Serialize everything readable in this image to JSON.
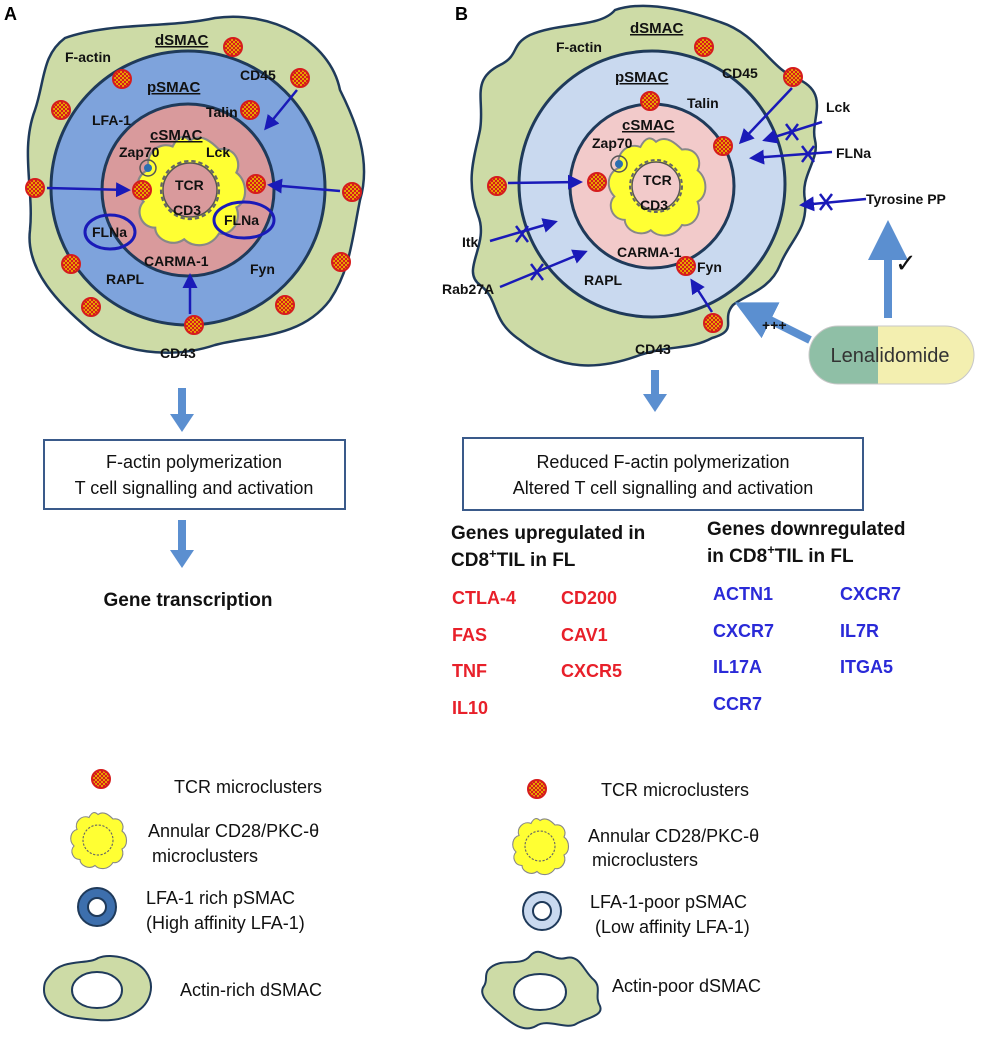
{
  "panels": {
    "a": {
      "letter": "A",
      "labels": {
        "dsmac": "dSMAC",
        "factin": "F-actin",
        "cd45": "CD45",
        "psmac": "pSMAC",
        "lfa1": "LFA-1",
        "talin": "Talin",
        "csmac": "cSMAC",
        "zap70": "Zap70",
        "lck": "Lck",
        "tcr": "TCR",
        "cd3": "CD3",
        "flna_left": "FLNa",
        "flna_right": "FLNa",
        "carma1": "CARMA-1",
        "rapl": "RAPL",
        "fyn": "Fyn",
        "cd43": "CD43"
      },
      "box_line1": "F-actin polymerization",
      "box_line2": "T cell signalling and activation",
      "outcome": "Gene transcription"
    },
    "b": {
      "letter": "B",
      "labels": {
        "dsmac": "dSMAC",
        "factin": "F-actin",
        "cd45": "CD45",
        "psmac": "pSMAC",
        "talin": "Talin",
        "csmac": "cSMAC",
        "zap70": "Zap70",
        "tcr": "TCR",
        "cd3": "CD3",
        "carma1": "CARMA-1",
        "rapl": "RAPL",
        "fyn": "Fyn",
        "cd43": "CD43",
        "lck": "Lck",
        "flna": "FLNa",
        "tyrosine_pp": "Tyrosine PP",
        "itk": "Itk",
        "rab27a": "Rab27A",
        "plus": "+++",
        "check": "✓"
      },
      "drug": "Lenalidomide",
      "box_line1": "Reduced F-actin polymerization",
      "box_line2": "Altered T cell signalling and activation"
    }
  },
  "genes": {
    "up_header_line1": "Genes upregulated in",
    "up_header_line2_pre": "CD8",
    "up_header_line2_sup": "+",
    "up_header_line2_post": "TIL in FL",
    "up_col1": [
      "CTLA-4",
      "FAS",
      "TNF",
      "IL10"
    ],
    "up_col2": [
      "CD200",
      "CAV1",
      "CXCR5"
    ],
    "down_header_line1": "Genes downregulated",
    "down_header_line2_pre": "in CD8",
    "down_header_line2_sup": "+",
    "down_header_line2_post": "TIL in FL",
    "down_col1": [
      "ACTN1",
      "CXCR7",
      "IL17A",
      "CCR7"
    ],
    "down_col2": [
      "CXCR7",
      "IL7R",
      "ITGA5"
    ],
    "up_color": "#e8202a",
    "down_color": "#2a2ad8"
  },
  "legend": {
    "left": {
      "tcr": "TCR microclusters",
      "annular_1": "Annular CD28/PKC-θ",
      "annular_2": "microclusters",
      "psmac_1": "LFA-1 rich pSMAC",
      "psmac_2": "(High affinity LFA-1)",
      "dsmac": "Actin-rich dSMAC"
    },
    "right": {
      "tcr": "TCR microclusters",
      "annular_1": "Annular CD28/PKC-θ",
      "annular_2": "microclusters",
      "psmac_1": "LFA-1-poor pSMAC",
      "psmac_2": "(Low affinity LFA-1)",
      "dsmac": "Actin-poor dSMAC"
    }
  },
  "colors": {
    "dsmac_fill": "#cddba6",
    "psmac_rich": "#7ea3dc",
    "psmac_poor": "#c9d9ef",
    "csmac_a": "#d99a9c",
    "csmac_b": "#f2caca",
    "arrow_dark": "#1a1ab8",
    "arrow_light": "#5b8fd0",
    "microcluster_yellow": "#ffff33"
  }
}
